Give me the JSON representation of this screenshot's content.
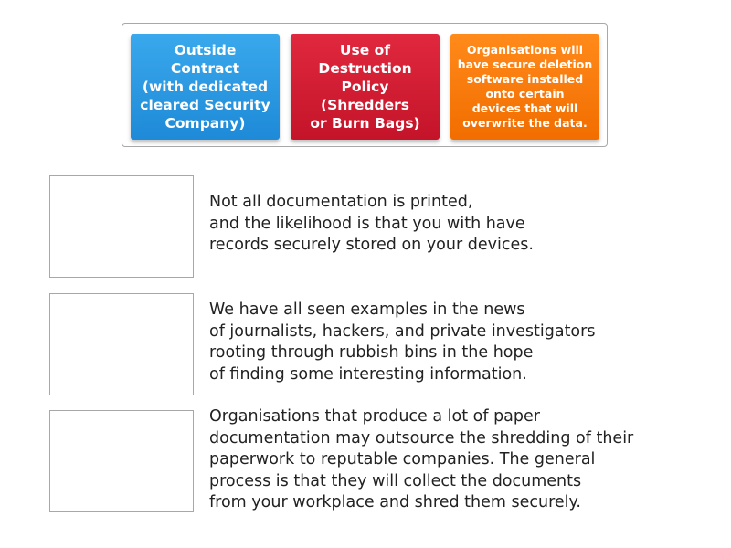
{
  "tiles": [
    {
      "lines": [
        "Outside",
        "Contract",
        "(with dedicated",
        "cleared Security",
        "Company)"
      ],
      "color": "#1e8ad8"
    },
    {
      "lines": [
        "Use of",
        "Destruction",
        "Policy",
        "(Shredders",
        "or Burn Bags)"
      ],
      "color": "#c41429"
    },
    {
      "lines": [
        "Organisations will",
        "have secure deletion",
        "software installed",
        "onto certain",
        "devices that will",
        "overwrite the data."
      ],
      "color": "#f26d00"
    }
  ],
  "rows": [
    {
      "lines": [
        "Not all documentation is printed,",
        "and the likelihood is that you with have",
        "records securely stored on your devices."
      ]
    },
    {
      "lines": [
        "We have all seen examples in the news",
        "of journalists, hackers, and private investigators",
        "rooting through rubbish bins in the hope",
        "of finding some interesting information."
      ]
    },
    {
      "lines": [
        "Organisations that produce a lot of paper",
        "documentation may outsource the shredding of their",
        "paperwork to reputable companies. The general",
        "process is that they will collect the documents",
        "from your workplace and shred them securely."
      ]
    }
  ]
}
